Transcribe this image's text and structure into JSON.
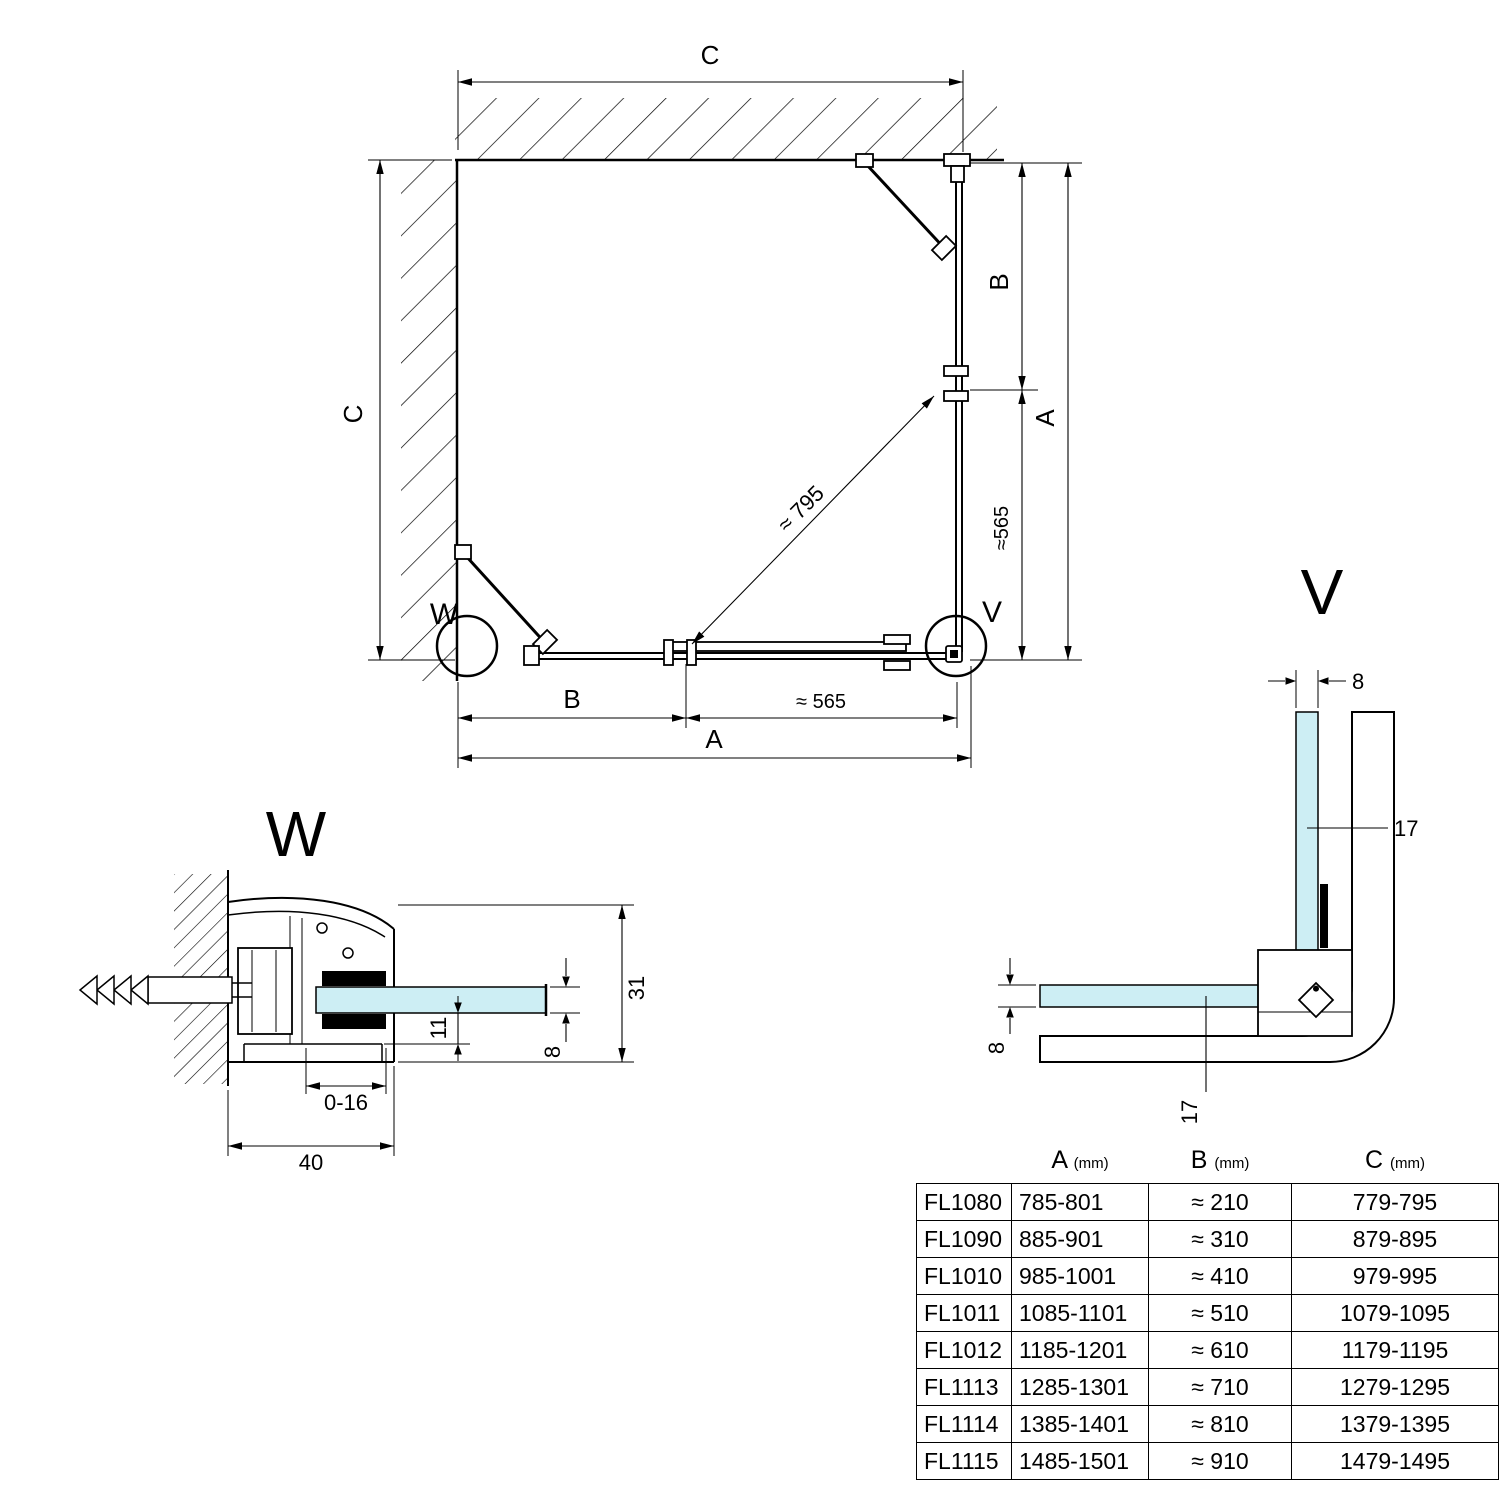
{
  "plan": {
    "dim_c_top": "C",
    "dim_c_left": "C",
    "dim_b_right": "B",
    "dim_a_right": "A",
    "dim_approx565_right": "≈565",
    "dim_diagonal": "≈ 795",
    "dim_b_bottom": "B",
    "dim_approx565_bottom": "≈ 565",
    "dim_a_bottom": "A",
    "detail_w_marker": "W",
    "detail_v_marker": "V"
  },
  "detail_w": {
    "title": "W",
    "dim_profile_height": "31",
    "dim_glass_thickness": "8",
    "dim_inset": "11",
    "dim_adjust_range": "0-16",
    "dim_profile_width": "40"
  },
  "detail_v": {
    "title": "V",
    "dim_glass_top": "8",
    "dim_offset_right": "17",
    "dim_glass_left": "8",
    "dim_offset_bottom": "17"
  },
  "table": {
    "headers": [
      {
        "label": "A",
        "unit": "(mm)"
      },
      {
        "label": "B",
        "unit": "(mm)"
      },
      {
        "label": "C",
        "unit": "(mm)"
      }
    ],
    "rows": [
      {
        "model": "FL1080",
        "a": "785-801",
        "b": "≈ 210",
        "c": "779-795"
      },
      {
        "model": "FL1090",
        "a": "885-901",
        "b": "≈ 310",
        "c": "879-895"
      },
      {
        "model": "FL1010",
        "a": "985-1001",
        "b": "≈ 410",
        "c": "979-995"
      },
      {
        "model": "FL1011",
        "a": "1085-1101",
        "b": "≈ 510",
        "c": "1079-1095"
      },
      {
        "model": "FL1012",
        "a": "1185-1201",
        "b": "≈ 610",
        "c": "1179-1195"
      },
      {
        "model": "FL1113",
        "a": "1285-1301",
        "b": "≈ 710",
        "c": "1279-1295"
      },
      {
        "model": "FL1114",
        "a": "1385-1401",
        "b": "≈ 810",
        "c": "1379-1395"
      },
      {
        "model": "FL1115",
        "a": "1485-1501",
        "b": "≈ 910",
        "c": "1479-1495"
      }
    ]
  },
  "colors": {
    "glass": "#cdeef4",
    "line": "#000000"
  }
}
